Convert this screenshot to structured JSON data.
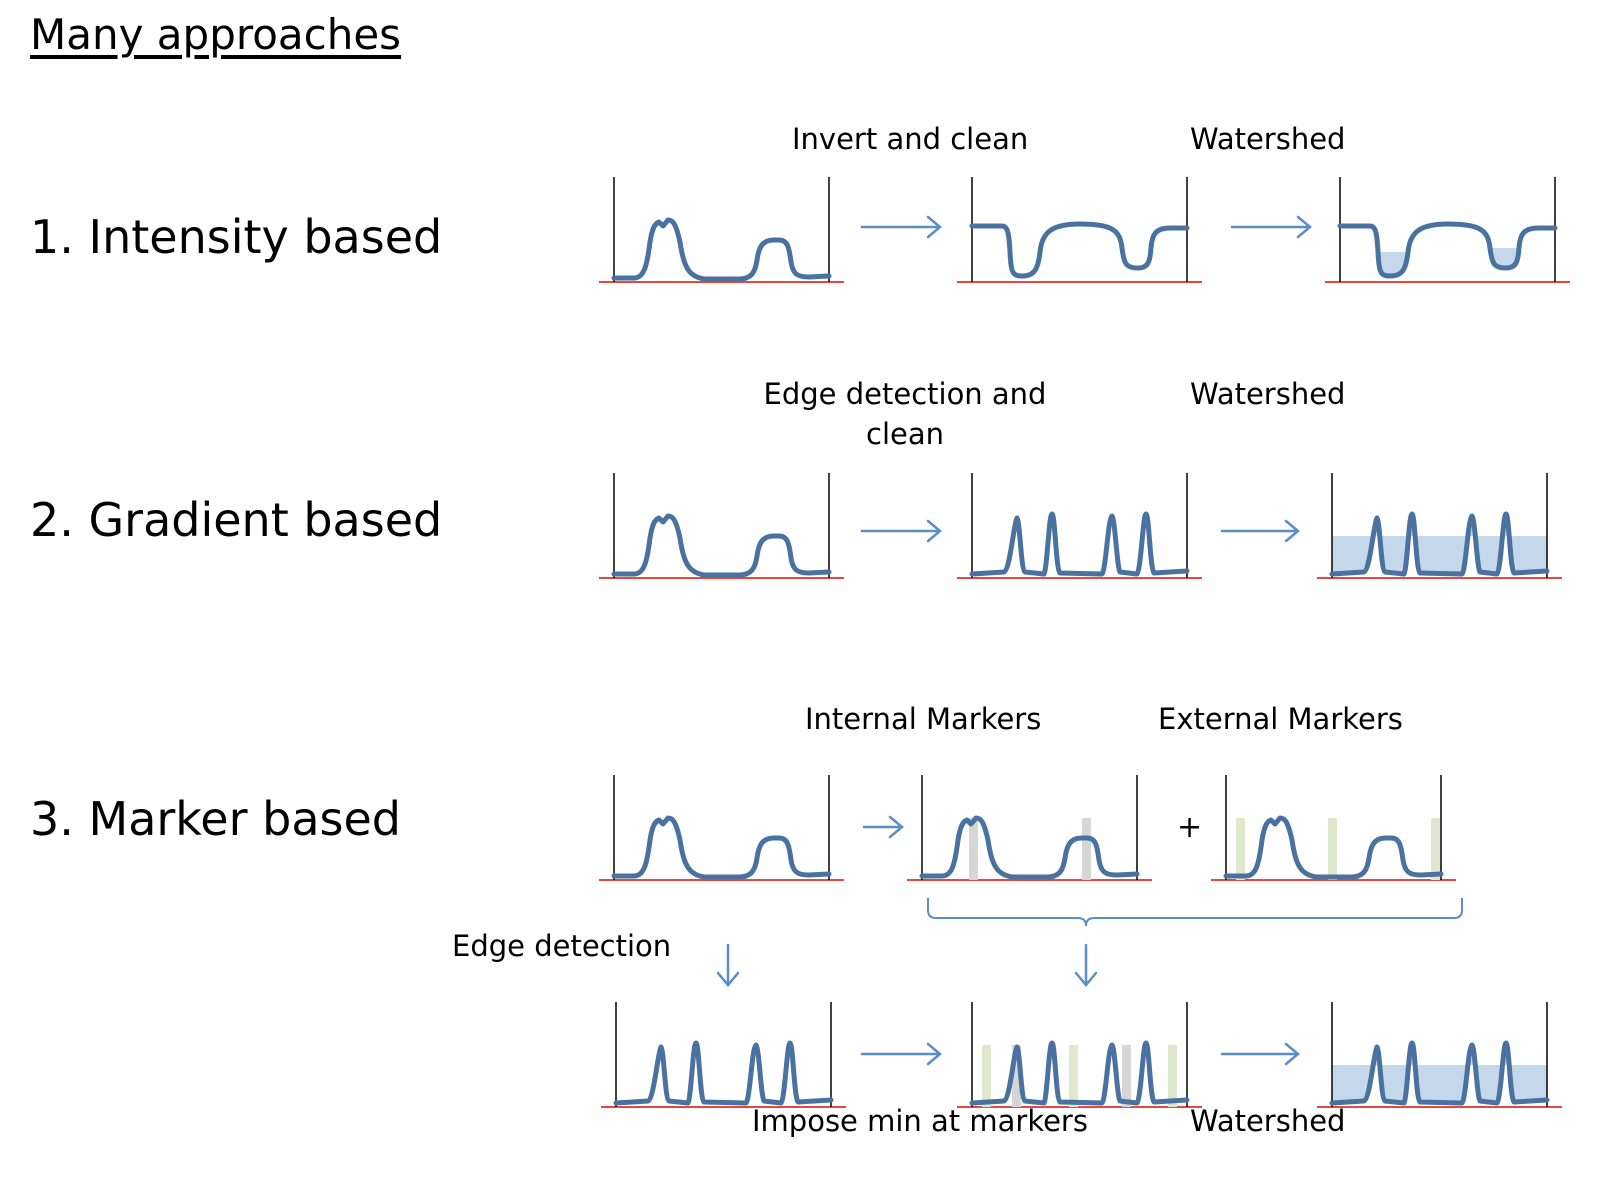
{
  "title": "Many approaches",
  "sections": [
    {
      "label": "1. Intensity based"
    },
    {
      "label": "2. Gradient based"
    },
    {
      "label": "3. Marker based"
    }
  ],
  "steps": {
    "invert_clean": "Invert and clean",
    "watershed": "Watershed",
    "edge_detection_clean_line1": "Edge detection and",
    "edge_detection_clean_line2": "clean",
    "internal_markers": "Internal Markers",
    "external_markers": "External Markers",
    "edge_detection": "Edge detection",
    "impose_min": "Impose min at markers"
  },
  "plus_sign": "+",
  "colors": {
    "curve": "#4a72a0",
    "baseline": "#e8483c",
    "axis": "#111111",
    "arrow": "#5b8ec9",
    "water_fill": "#c5d7ea",
    "internal_marker": "#d6d6d6",
    "external_marker": "#dfe8cd"
  }
}
